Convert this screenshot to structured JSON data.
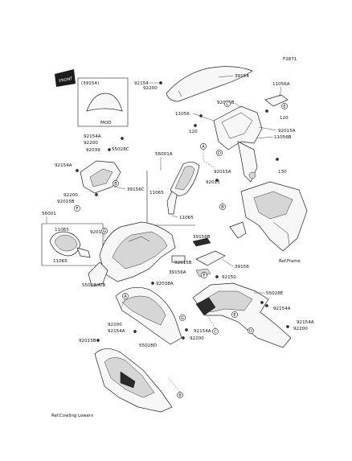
{
  "diagram_code": "F2871",
  "front_badge": "FRONT",
  "inset_label": "(39154)",
  "inset_sub": "MOD",
  "ref_frame": "Ref.Frame",
  "ref_cowling_lowers": "Ref.Cowling Lowers",
  "callouts": [
    "A",
    "B",
    "C",
    "D",
    "E",
    "F",
    "G"
  ],
  "parts": {
    "p92154_top": "92154",
    "p92200_top": "92200",
    "p39154": "39154",
    "p11056A": "11056A",
    "p92015B_top": "92015B",
    "p11056_left": "11056",
    "p120_a": "120",
    "p120_b": "120",
    "p92015A_r": "92015A",
    "p11056B": "11056B",
    "p92154A_l": "92154A",
    "p92200_l": "92200",
    "p92039": "92039",
    "p55028C": "55028C",
    "p56001A": "56001A",
    "p92154A_l2": "92154A",
    "p39156C": "39156C",
    "p92200_l2": "92200",
    "p92015B_l": "92015B",
    "p11065_m": "11065",
    "p11065_m2": "11065",
    "p92015A_m": "92015A",
    "p130": "130",
    "p92015": "92015",
    "p56001": "56001",
    "p11065_box": "11065",
    "p92015B_box": "92015B",
    "p11065_box2": "11065",
    "p39156B": "39156B",
    "p92015B_mid": "92015B",
    "p39156A": "39156A",
    "p39156": "39156",
    "p92150": "92150",
    "p55028AB": "55028/A/B",
    "p92038A": "92038A",
    "p55028E": "55028E",
    "p92154A_r1": "92154A",
    "p92200_b1": "92200",
    "p92154A_b1": "92154A",
    "p55028D": "55028D",
    "p92015B_b": "92015B",
    "p92154A_b2": "92154A",
    "p92200_b2": "92200",
    "p92154A_r2": "92154A",
    "p92200_r2": "92200"
  }
}
